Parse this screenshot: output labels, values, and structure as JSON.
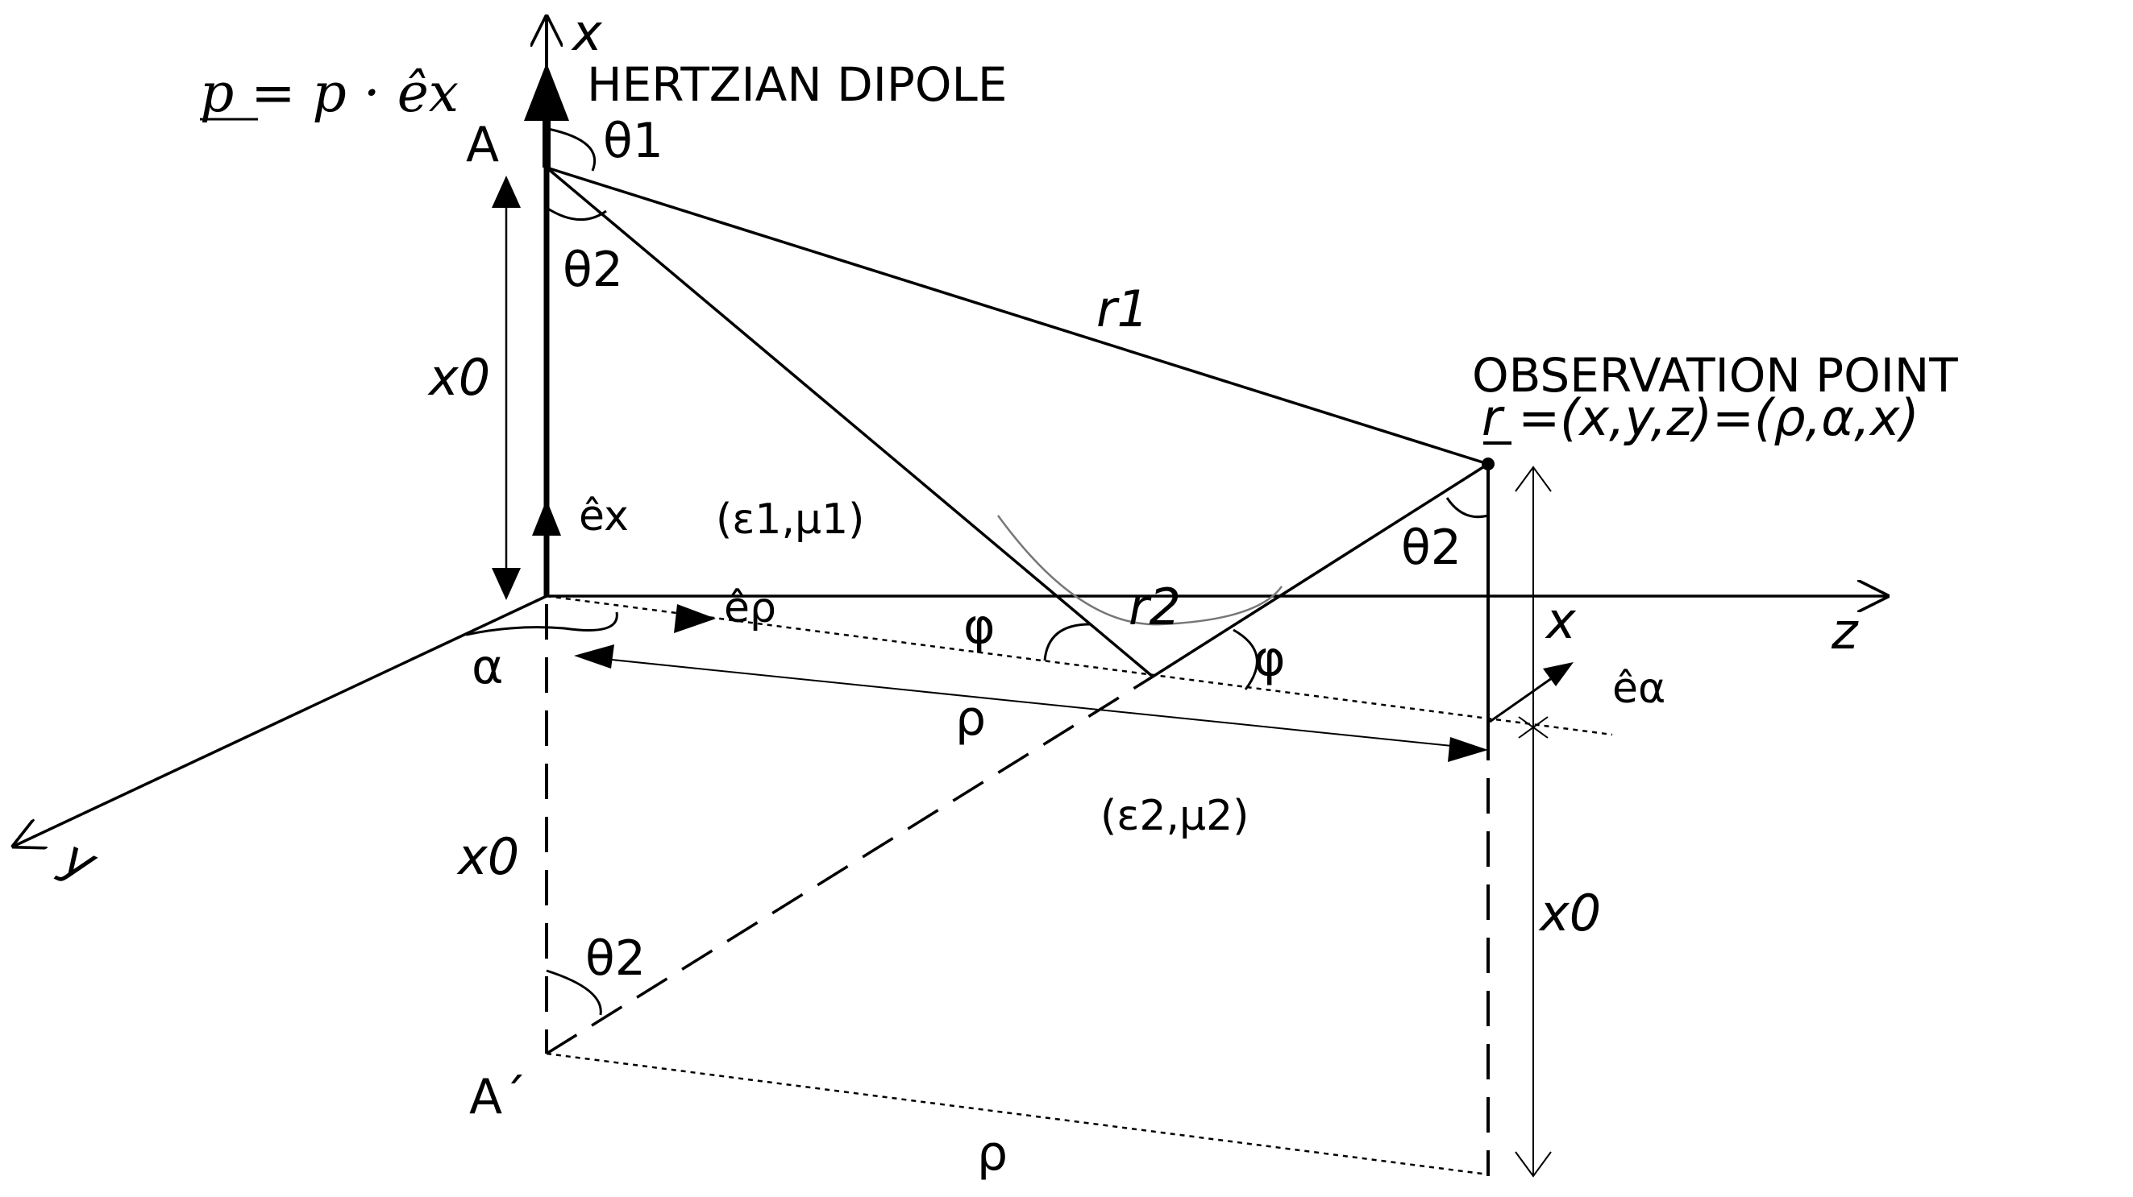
{
  "labels": {
    "x_axis_top": "x",
    "dipole_formula": "p = p · êx",
    "dipole_title": "HERTZIAN DIPOLE",
    "point_A": "A",
    "theta1": "θ1",
    "theta2_top": "θ2",
    "r1": "r1",
    "obs_title": "OBSERVATION POINT",
    "obs_coords": "r =(x,y,z)=(ρ,α,x)",
    "x0_upper": "x0",
    "ex_unit": "êx",
    "medium1": "(ε1,μ1)",
    "theta2_obs": "θ2",
    "e_rho": "êρ",
    "r2": "r2",
    "phi_left": "φ",
    "phi_right": "φ",
    "x_at_obs": "x",
    "z_axis": "z",
    "alpha": "α",
    "e_alpha": "êα",
    "rho_upper": "ρ",
    "medium2": "(ε2,μ2)",
    "y_axis": "y",
    "x0_lower": "x0",
    "x0_right": "x0",
    "theta2_image": "θ2",
    "point_A_prime": "A´",
    "rho_lower": "ρ"
  }
}
